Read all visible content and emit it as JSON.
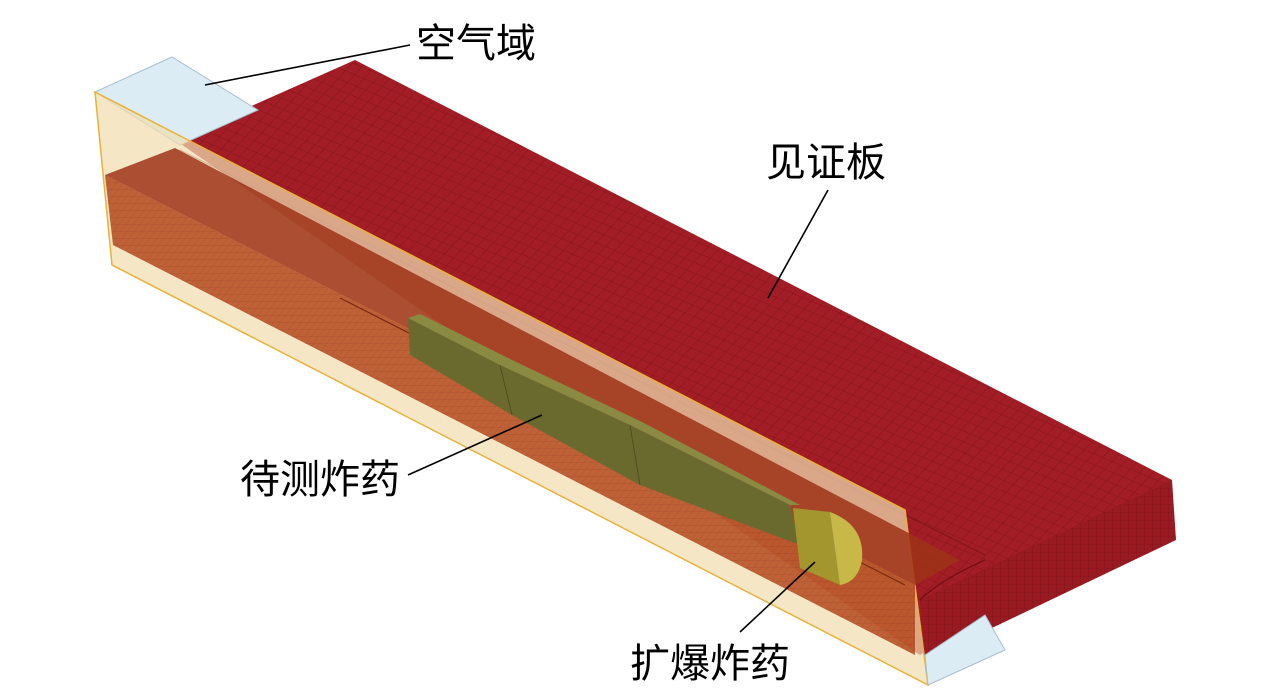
{
  "labels": {
    "air_domain": "空气域",
    "witness_plate": "见证板",
    "test_explosive": "待测炸药",
    "booster_explosive": "扩爆炸药"
  },
  "colors": {
    "witness_plate": "#a21d25",
    "plate_mesh": "#6e0d12",
    "air_domain_fill": "#f1ddb0",
    "air_domain_edge": "#e8b23a",
    "air_domain_end_faces": "#dcecf5",
    "test_explosive": "#6b6a2e",
    "booster_explosive": "#b7a73a",
    "leader_lines": "#000000"
  }
}
